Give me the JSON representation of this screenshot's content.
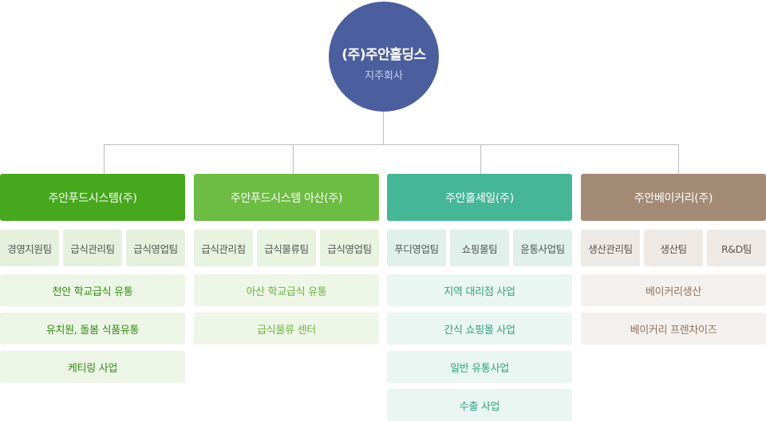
{
  "root": {
    "name": "(주)주안홀딩스",
    "subtitle": "지주회사"
  },
  "companies": [
    {
      "name": "주안푸드시스템(주)",
      "teams": [
        "경영지원팀",
        "급식관리팀",
        "급식영업팀"
      ],
      "businesses": [
        "천안 학교급식 유통",
        "유치원, 돌봄 식품유통",
        "케티링 사업"
      ]
    },
    {
      "name": "주안푸드시스템 아산(주)",
      "teams": [
        "급식관리침",
        "급식물류팀",
        "급식영업팀"
      ],
      "businesses": [
        "아산 학교급식 유통",
        "급식물류 센터"
      ]
    },
    {
      "name": "주안홀세일(주)",
      "teams": [
        "푸디영업팀",
        "쇼핑몰팀",
        "윤통사업팀"
      ],
      "businesses": [
        "지역 대리점 사업",
        "간식 쇼핑몰 사업",
        "일반 유통사업",
        "수출 사업"
      ]
    },
    {
      "name": "주안베이커리(주)",
      "teams": [
        "생산관리팀",
        "생산팀",
        "R&D팀"
      ],
      "businesses": [
        "베이커리생산",
        "베이커리 프렌차이즈"
      ]
    }
  ],
  "colors": {
    "root": "#4b5e9e",
    "company_1": "#47a81e",
    "company_2": "#6dbc43",
    "company_3": "#45b796",
    "company_4": "#a38a74"
  }
}
